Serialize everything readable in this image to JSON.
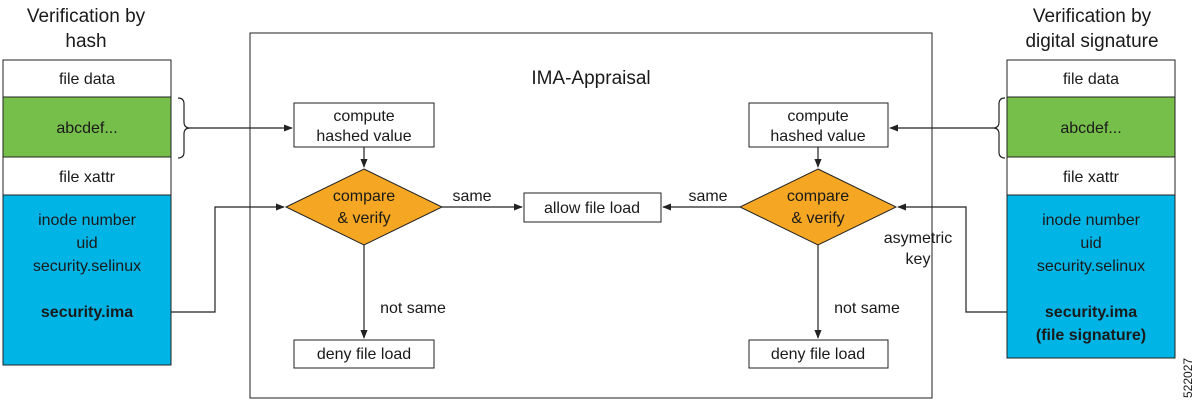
{
  "colors": {
    "green": "#76bf4b",
    "blue": "#00b5e6",
    "orange": "#f5a623",
    "white": "#ffffff",
    "stroke": "#222222"
  },
  "left_stack": {
    "title_line1": "Verification by",
    "title_line2": "hash",
    "file_data": "file data",
    "content": "abcdef...",
    "file_xattr": "file xattr",
    "attr_line1": "inode number",
    "attr_line2": "uid",
    "attr_line3": "security.selinux",
    "attr_ima": "security.ima"
  },
  "right_stack": {
    "title_line1": "Verification by",
    "title_line2": "digital signature",
    "file_data": "file data",
    "content": "abcdef...",
    "file_xattr": "file xattr",
    "attr_line1": "inode number",
    "attr_line2": "uid",
    "attr_line3": "security.selinux",
    "attr_ima_line1": "security.ima",
    "attr_ima_line2": "(file signature)"
  },
  "center": {
    "title": "IMA-Appraisal",
    "left_compute_line1": "compute",
    "left_compute_line2": "hashed value",
    "right_compute_line1": "compute",
    "right_compute_line2": "hashed value",
    "left_decision_line1": "compare",
    "left_decision_line2": "& verify",
    "right_decision_line1": "compare",
    "right_decision_line2": "& verify",
    "allow": "allow file load",
    "left_deny": "deny file load",
    "right_deny": "deny file load",
    "left_same": "same",
    "right_same": "same",
    "left_not_same": "not same",
    "right_not_same": "not same",
    "key_line1": "asymetric",
    "key_line2": "key"
  },
  "figure_id": "522027"
}
